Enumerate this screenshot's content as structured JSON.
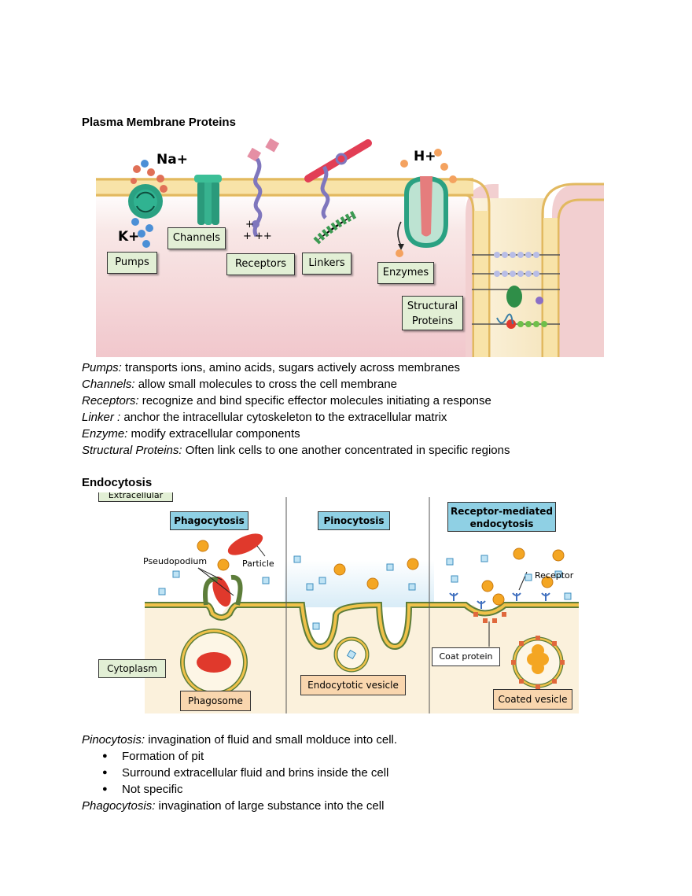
{
  "section1": {
    "title": "Plasma Membrane Proteins",
    "labels": {
      "na": "Na+",
      "k": "K+",
      "h": "H+",
      "pumps": "Pumps",
      "channels": "Channels",
      "receptors": "Receptors",
      "linkers": "Linkers",
      "enzymes": "Enzymes",
      "structural_line1": "Structural",
      "structural_line2": "Proteins",
      "plus_signs": "+ ++"
    },
    "definitions": [
      {
        "term": "Pumps:",
        "text": " transports ions, amino acids, sugars actively across membranes"
      },
      {
        "term": "Channels:",
        "text": " allow small molecules to cross the cell membrane"
      },
      {
        "term": "Receptors:",
        "text": " recognize and bind specific effector molecules initiating a response"
      },
      {
        "term": "Linker :",
        "text": " anchor the intracellular cytoskeleton to the extracellular matrix"
      },
      {
        "term": "Enzyme:",
        "text": " modify extracellular components"
      },
      {
        "term": "Structural Proteins:",
        "text": " Often link cells to one another concentrated in specific regions"
      }
    ]
  },
  "section2": {
    "title": "Endocytosis",
    "labels": {
      "extracellular": "Extracellular",
      "phagocytosis": "Phagocytosis",
      "pinocytosis": "Pinocytosis",
      "receptor_mediated_line1": "Receptor-mediated",
      "receptor_mediated_line2": "endocytosis",
      "pseudopodium": "Pseudopodium",
      "particle": "Particle",
      "receptor": "Receptor",
      "cytoplasm": "Cytoplasm",
      "phagosome": "Phagosome",
      "endocytotic_vesicle": "Endocytotic vesicle",
      "coat_protein": "Coat protein",
      "coated_vesicle": "Coated vesicle"
    },
    "pinocytosis_def": {
      "term": "Pinocytosis:",
      "text": " invagination of fluid and small molduce into cell."
    },
    "bullets": [
      "Formation of pit",
      "Surround extracellular fluid and brins inside the cell",
      "Not specific"
    ],
    "phagocytosis_def": {
      "term": "Phagocytosis:",
      "text": " invagination of large substance into the cell"
    }
  }
}
